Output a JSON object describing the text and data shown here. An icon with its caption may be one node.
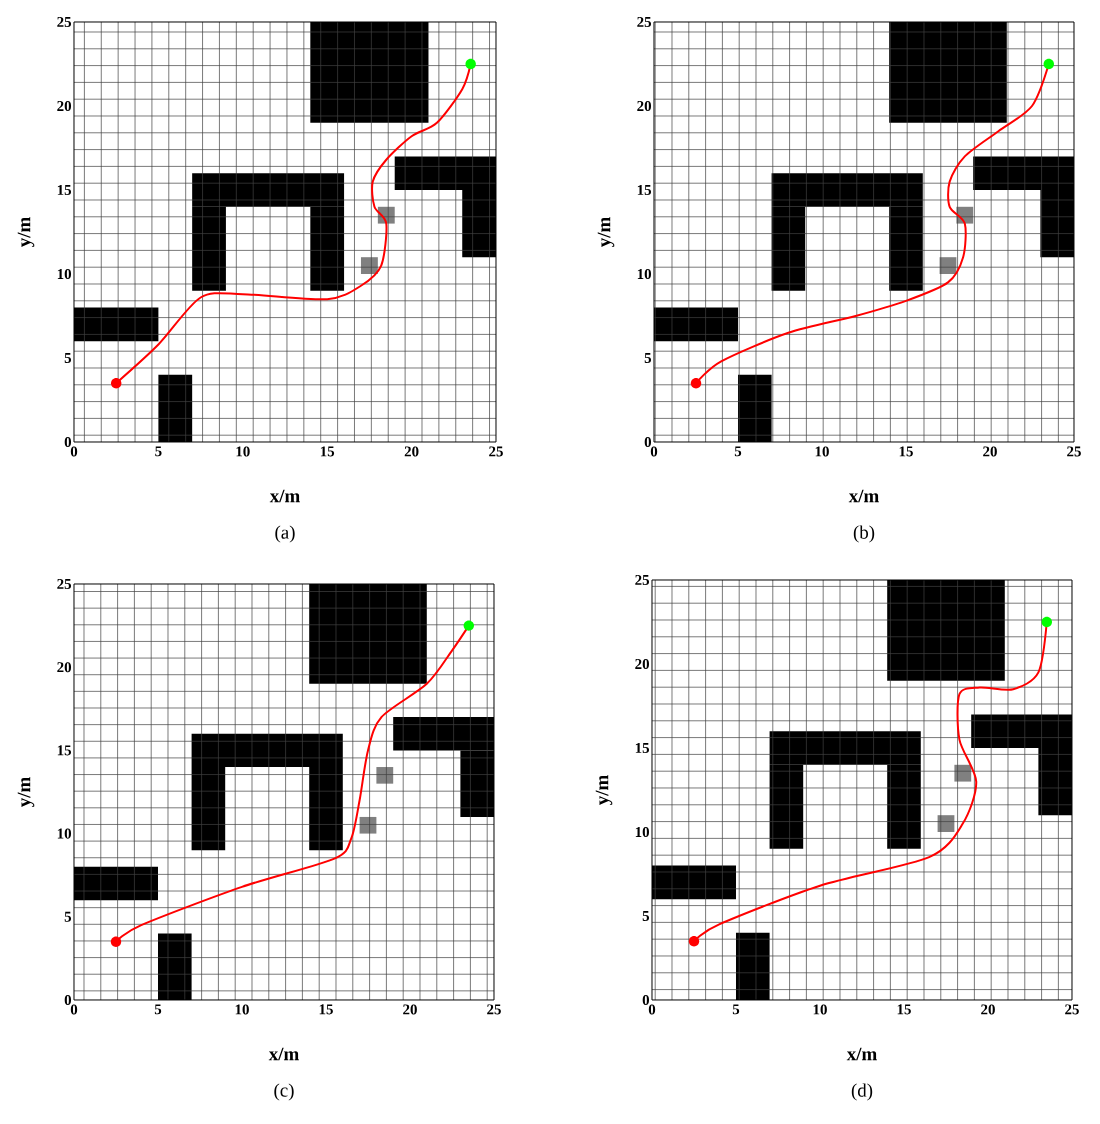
{
  "diagram": {
    "labels": [
      "25",
      "20",
      "15",
      "10",
      "5",
      "0",
      "y/m",
      "0",
      "5",
      "10",
      "15",
      "20",
      "25",
      "x/m",
      "(a)",
      "25",
      "20",
      "15",
      "10",
      "5",
      "0",
      "y/m",
      "0",
      "5",
      "10",
      "15",
      "20",
      "25",
      "x/m",
      "(b)",
      "25",
      "20",
      "15",
      "10",
      "5",
      "0",
      "y/m",
      "0",
      "5",
      "10",
      "15",
      "20",
      "25",
      "x/m",
      "(c)",
      "25",
      "20",
      "15",
      "10",
      "5",
      "0",
      "y/m",
      "0",
      "5",
      "10",
      "15",
      "20",
      "25",
      "x/m",
      "(d)"
    ]
  }
}
